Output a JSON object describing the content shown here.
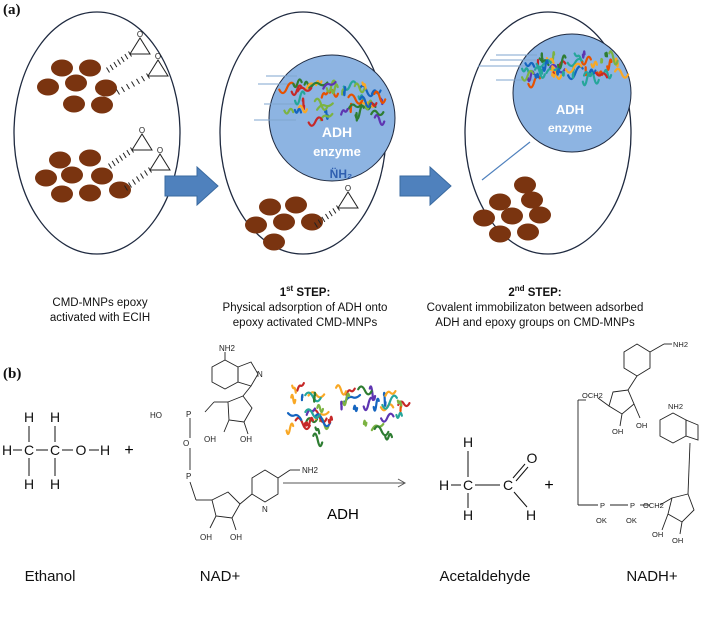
{
  "panel_a": {
    "label": "(a)",
    "enzyme_line1": "ADH",
    "enzyme_line2": "enzyme",
    "amine": "N̈H₂",
    "captions": [
      {
        "line1": "CMD-MNPs epoxy",
        "line2": "activated with ECIH",
        "line3": ""
      },
      {
        "step_number": "1",
        "step_sup": "st",
        "step_word": " STEP:",
        "line2": "Physical adsorption of ADH onto",
        "line3": "epoxy activated CMD-MNPs"
      },
      {
        "step_number": "2",
        "step_sup": "nd",
        "step_word": " STEP:",
        "line2": "Covalent immobilizaton between adsorbed",
        "line3": "ADH and epoxy groups on CMD-MNPs"
      }
    ]
  },
  "panel_b": {
    "label": "(b)",
    "plus": "+",
    "arrow_label": "ADH",
    "compound_names": [
      "Ethanol",
      "NAD+",
      "Acetaldehyde",
      "NADH+"
    ],
    "ethanol_atoms": {
      "h": "H",
      "c": "C",
      "o": "O"
    },
    "acetaldehyde_atoms": {
      "h": "H",
      "c": "C",
      "o": "O"
    },
    "nad_labels": {
      "nh2": "NH2",
      "conh2": "NH2",
      "oh": "OH",
      "ho": "HO",
      "o": "O",
      "p": "P",
      "n": "N"
    },
    "nadh_labels": {
      "ok": "OK",
      "och2": "OCH2",
      "nh2": "NH2",
      "oh": "OH",
      "p": "P"
    }
  },
  "colors": {
    "particle": "#7a3410",
    "enzyme_fill": "#8db4e2",
    "arrow_fill": "#4f81bd",
    "outline": "#1f2a40"
  }
}
